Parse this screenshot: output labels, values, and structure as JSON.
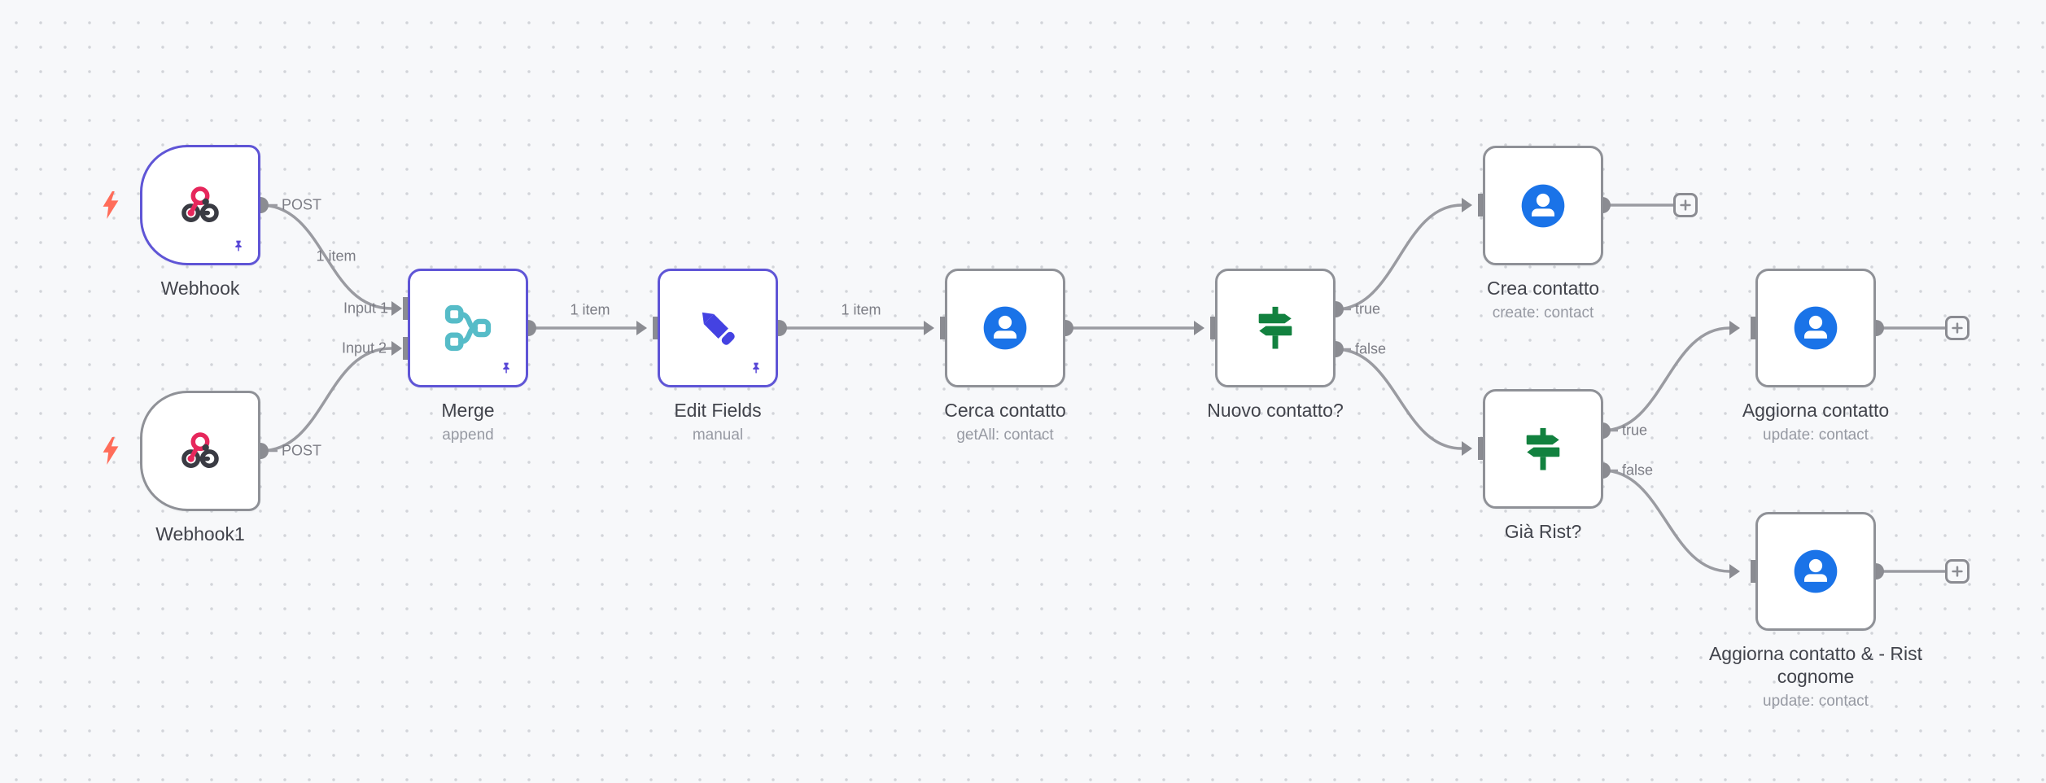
{
  "app": {
    "name": "workflow-editor-canvas"
  },
  "colors": {
    "canvas_bg": "#f7f8fa",
    "grid_dot": "#d2d4d9",
    "node_border": "#8f9197",
    "pinned_border": "#5f55d6",
    "pin_icon": "#5746d6",
    "trigger_bolt": "#ff6d5a",
    "connector": "#9a9ba1",
    "endpoint": "#8b8c92",
    "webhook_pink": "#e6275c",
    "webhook_dark": "#3a3b43",
    "merge_teal": "#56bcc8",
    "pencil_blue": "#4442e2",
    "contacts_blue": "#1a73e8",
    "switch_green": "#12813f"
  },
  "nodes": {
    "webhook": {
      "title": "Webhook"
    },
    "webhook1": {
      "title": "Webhook1"
    },
    "merge": {
      "title": "Merge",
      "subtitle": "append"
    },
    "edit_fields": {
      "title": "Edit Fields",
      "subtitle": "manual"
    },
    "cerca": {
      "title": "Cerca contatto",
      "subtitle": "getAll: contact"
    },
    "nuovo": {
      "title": "Nuovo contatto?"
    },
    "crea": {
      "title": "Crea contatto",
      "subtitle": "create: contact"
    },
    "gia_rist": {
      "title": "Già Rist?"
    },
    "aggiorna": {
      "title": "Aggiorna contatto",
      "subtitle": "update: contact"
    },
    "aggiorna_rist": {
      "title": "Aggiorna contatto & - Rist cognome",
      "subtitle": "update: contact"
    }
  },
  "edge_labels": {
    "webhook_post": "POST",
    "webhook1_post": "POST",
    "webhook_item": "1 item",
    "merge_input1": "Input 1",
    "merge_input2": "Input 2",
    "merge_item": "1 item",
    "edit_item": "1 item",
    "nuovo_true": "true",
    "nuovo_false": "false",
    "gia_true": "true",
    "gia_false": "false"
  }
}
